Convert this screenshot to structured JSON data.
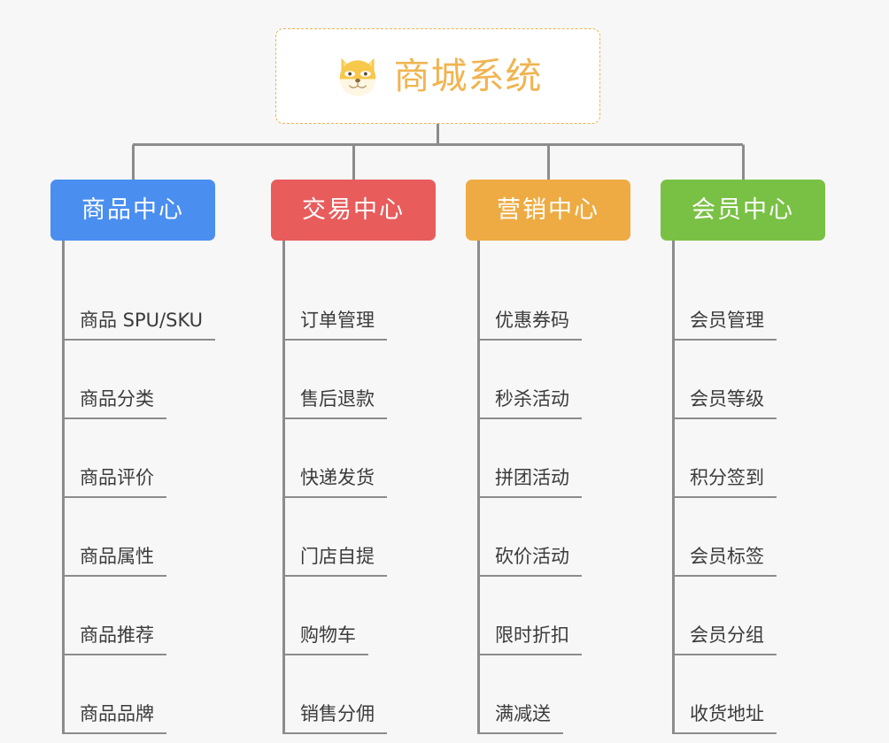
{
  "background_color": "#f7f7f7",
  "root": {
    "title": "商城系统",
    "icon": "shiba-dog-face-icon",
    "accent_color": "#f0b450",
    "border_style": "dashed"
  },
  "connector_color": "#8c8c8c",
  "columns": [
    {
      "id": "product-center",
      "label": "商品中心",
      "color": "#4a8ef0",
      "items": [
        {
          "label": "商品 SPU/SKU"
        },
        {
          "label": "商品分类"
        },
        {
          "label": "商品评价"
        },
        {
          "label": "商品属性"
        },
        {
          "label": "商品推荐"
        },
        {
          "label": "商品品牌"
        }
      ]
    },
    {
      "id": "trade-center",
      "label": "交易中心",
      "color": "#e85c5c",
      "items": [
        {
          "label": "订单管理"
        },
        {
          "label": "售后退款"
        },
        {
          "label": "快递发货"
        },
        {
          "label": "门店自提"
        },
        {
          "label": "购物车"
        },
        {
          "label": "销售分佣"
        }
      ]
    },
    {
      "id": "marketing-center",
      "label": "营销中心",
      "color": "#eeab43",
      "items": [
        {
          "label": "优惠券码"
        },
        {
          "label": "秒杀活动"
        },
        {
          "label": "拼团活动"
        },
        {
          "label": "砍价活动"
        },
        {
          "label": "限时折扣"
        },
        {
          "label": "满减送"
        }
      ]
    },
    {
      "id": "member-center",
      "label": "会员中心",
      "color": "#79c144",
      "items": [
        {
          "label": "会员管理"
        },
        {
          "label": "会员等级"
        },
        {
          "label": "积分签到"
        },
        {
          "label": "会员标签"
        },
        {
          "label": "会员分组"
        },
        {
          "label": "收货地址"
        }
      ]
    }
  ]
}
